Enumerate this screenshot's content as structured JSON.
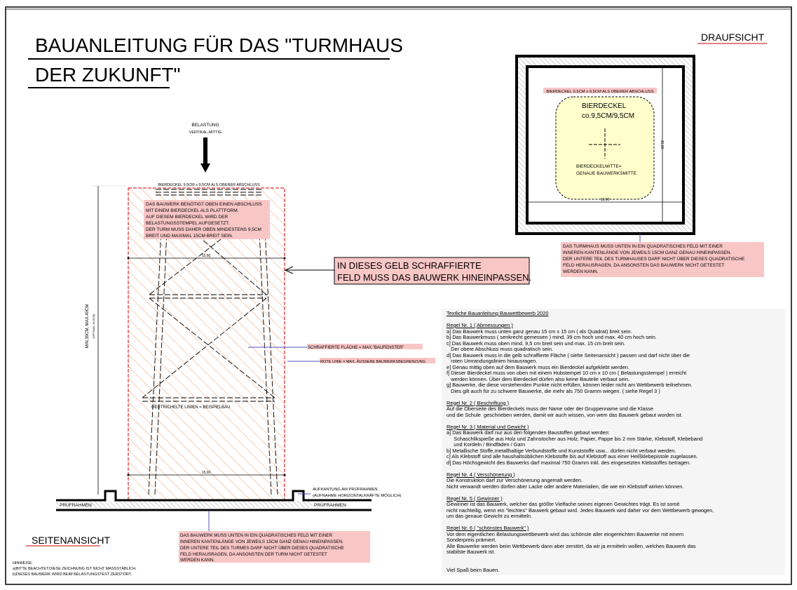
{
  "title": {
    "line1": "BAUANLEITUNG FÜR DAS \"TURMHAUS",
    "line2": "DER ZUKUNFT\""
  },
  "top_view": {
    "label": "DRAUFSICHT",
    "coaster_strip": "BIERDECKEL 9,5CM x 9,5CM ALS OBERER ABSCHLUSS",
    "coaster_title": "BIERDECKEL",
    "coaster_size": "co.9,5CM/9,5CM",
    "center_label_1": "BIERDECKELMITTE=",
    "center_label_2": "GENAUE BAUWERKSMITTE",
    "dim_h": "15,00",
    "dim_v": "15,00",
    "note": [
      "DAS TURMHAUS MUSS UNTEN IN EIN QUADRATISCHES FELD MIT EINER",
      "INNEREN KANTENLÄNGE VON JEWEILS 15CM GANZ GENAU HINEINPASSEN.",
      "DER UNTERE TEIL DES TURMHAUSES DARF NICHT ÜBER DIESES QUADRATISCHE",
      "FELD HERAUSRAGEN, DA ANSONSTEN DAS BAUWERK NICHT GETESTET",
      "WERDEN KANN."
    ]
  },
  "side_view": {
    "label": "SEITENANSICHT",
    "load_title": "BELASTUNG",
    "load_sub": "VERTIKAL,MITTIG",
    "coaster_strip": "BIERDECKEL 9,5CM x 9,5CM ALS OBERER ABSCHLUSS",
    "top_note": [
      "DAS BAUWERK BENÖTIGT OBEN EINEN ABSCHLUSS",
      "MIT EINEM BIERDECKEL ALS PLATTFORM.",
      "AUF DIESEM BIERDECKEL WIRD DER",
      "BELASTUNGSSTEMPEL AUFGESETZT.",
      "DER TURM MUSS DAHER OBEN MINDESTENS 9,5CM",
      "BREIT UND MAXIMAL 15CM BREIT SEIN."
    ],
    "dim_top": "15,00",
    "dim_bottom": "15,00",
    "height_label": "MIN.39CM, MAX.40CM",
    "height_sub": "(OPTIMAL 39,5CM)",
    "callout": [
      "IN DIESES GELB SCHRAFFIERTE",
      "FELD MUSS DAS BAUWERK HINEINPASSEN."
    ],
    "hatch_legend": "SCHRAFFIERTE FLÄCHE = MAX.\"BAUFENSTER\"",
    "red_legend": "ROTE LINIE = MAX. ÄUSSERE BAUWERKSBEGRENZUNG",
    "dashed_legend": "GESTRICHELTE LINIEN = BEISPIELBAU",
    "frame_left": "PRÜFRAHMEN",
    "frame_right": "PRÜFRAHMEN",
    "upstand_1": "AUFKANTUNG AM PRÜFRAHMEN",
    "upstand_2": "(AUFNAHME HORIZONTALKRÄFTE MÖGLICH)",
    "bottom_note": [
      "DAS BAUWERK MUSS UNTEN IN EIN QUADRATISCHES FELD MIT EINER",
      "INNEREN KANTENLÄNGE VON JEWEILS 15CM GANZ GENAU HINEINPASSEN.",
      "DER UNTERE TEIL DES TURMES DARF NICHT ÜBER DIESES QUADRATISCHE",
      "FELD HERAUSRAGEN, DA ANSONSTEN DER TURM NICHT GETESTET",
      "WERDEN KANN."
    ]
  },
  "hints": [
    "HINWEISE:",
    "a)BITTE BEACHTET:DIESE ZEICHNUNG IST NICHT MASSSTÄBLICH.",
    "b)DIESES BAUWERK WIRD BEIM BELASTUNGSTEST ZERSTÖRT."
  ],
  "rules_panel": {
    "lines": [
      {
        "t": "h",
        "s": "Textliche Bauanleitung Bauwettbewerb 2020"
      },
      {
        "t": "b",
        "s": ""
      },
      {
        "t": "h",
        "s": "Regel Nr. 1 ( Abmessungen )"
      },
      {
        "t": "p",
        "s": "a] Das Bauwerk muss unten ganz genau 15 cm x 15 cm ( als Quadrat) breit sein."
      },
      {
        "t": "p",
        "s": "b] Das Bauwerkmuss ( senkrecht gemessen ) mind. 39 cm hoch und max. 40 cm hoch sein."
      },
      {
        "t": "p",
        "s": "c] Das Bauwerk muss oben mind. 9,5 cm breit sein und max. 15 cm breit sein."
      },
      {
        "t": "p",
        "s": "   Der obere Abschluss muss quadratisch sein."
      },
      {
        "t": "p",
        "s": "d] Das Bauwerk muss in die gelb schraffierte Fläche ( siehe Seitenansicht ) passen und darf nicht über die"
      },
      {
        "t": "p",
        "s": "   roten Umrandungslinien hinausragen."
      },
      {
        "t": "p",
        "s": "e] Genau mittig oben auf dem Bauwerk muss ein Bierdeckel aufgeklebt werden."
      },
      {
        "t": "p",
        "s": "f] Dieser Bierdeckel muss von oben mit einem Hubstempel 10 cm x 10 cm ( Belastungsstempel ) erreicht"
      },
      {
        "t": "p",
        "s": "   werden können. Über dem Bierdeckel dürfen also keine Bauteile verbaut sein."
      },
      {
        "t": "p",
        "s": "g] Bauwerke, die diese vorstehenden Punkte nicht erfüllen, können leider nicht am Wettbewerb teilnehmen."
      },
      {
        "t": "p",
        "s": "   Dies gilt auch für zu schwere Bauwerke, die mehr als 750 Gramm wiegen. ( siehe Regel 3 )"
      },
      {
        "t": "b",
        "s": ""
      },
      {
        "t": "h",
        "s": "Regel Nr. 2 ( Beschriftung )"
      },
      {
        "t": "p",
        "s": "Auf die Oberseite des Bierdeckels muss der Name oder der Gruppenname und die Klasse"
      },
      {
        "t": "p",
        "s": "und die Schule  geschrieben werden, damit wir auch wissen, von wem das Bauwerk gebaut worden ist."
      },
      {
        "t": "b",
        "s": ""
      },
      {
        "t": "h",
        "s": "Regel Nr. 3 ( Material und Gewicht )"
      },
      {
        "t": "p",
        "s": "a] Das Bauwerk darf nur aus den folgenden Baustoffen gebaut werden:"
      },
      {
        "t": "p",
        "s": "     Schaschlikspieße aus Holz und Zahnstocher aus Holz, Papier, Pappe bis 2 mm Stärke, Klebstoff, Klebeband"
      },
      {
        "t": "p",
        "s": "     und Kordeln / Bindfäden / Garn"
      },
      {
        "t": "p",
        "s": "b] Metallische Stoffe,metallhaltige Verbundstoffe und Kunststoffe usw... dürfen nicht verbaut werden."
      },
      {
        "t": "p",
        "s": "c] Als Klebstoff sind alle haushaltsüblichen Klebstoffe bis auf Klebstoff aus einer Heißklebepistole zugelassen."
      },
      {
        "t": "p",
        "s": "d] Das Höchsgewicht des Bauwerks darf maximal 750 Gramm inkl. des eingesetzten Klebstoffes betragen."
      },
      {
        "t": "b",
        "s": ""
      },
      {
        "t": "h",
        "s": "Regel Nr. 4 ( Verschönerung )"
      },
      {
        "t": "p",
        "s": "Die Konstruktion darf zur Verschönerung angemalt werden."
      },
      {
        "t": "p",
        "s": "Nicht verwandt werden dürfen aber Lacke oder andere Materialien, die wie ein Klebstoff wirken können."
      },
      {
        "t": "b",
        "s": ""
      },
      {
        "t": "h",
        "s": "Regel Nr. 5 ( Gewinner )"
      },
      {
        "t": "p",
        "s": "Gewinner ist das Bauwerk, welcher das größte Vielfache seines eigenen Gewichtes trägt. Es ist somit"
      },
      {
        "t": "p",
        "s": "nicht nachteilig, wenn ein \"leichtes\" Bauwerk gebaut wird. Jedes Bauwerk wird daher vor dem Wettbewerb gewogen,"
      },
      {
        "t": "p",
        "s": "um das genaue Gewicht zu ermitteln."
      },
      {
        "t": "b",
        "s": ""
      },
      {
        "t": "h",
        "s": "Regel Nr. 6 ( \"schönstes Bauwerk\" )"
      },
      {
        "t": "p",
        "s": "Vor dem eigentlichen Belastungswettbewerb wird das schönste aller eingereichten Bauwerke mit einem"
      },
      {
        "t": "p",
        "s": "Sonderpreis prämiert."
      },
      {
        "t": "p",
        "s": "Alle Bauwerke werden beim Wettbewerb dann aber zerstört, da wir ja ermitteln wollen, welches Bauwerk das"
      },
      {
        "t": "p",
        "s": "stabilste Bauwerk ist."
      },
      {
        "t": "b",
        "s": ""
      },
      {
        "t": "b",
        "s": ""
      },
      {
        "t": "p",
        "s": "Viel Spaß beim Bauen."
      }
    ]
  },
  "colors": {
    "note_bg": "#f9c6c6",
    "coaster": "#ffffcc",
    "hatch": "#f0a070",
    "red": "#cc0000",
    "leader": "#5050c0"
  }
}
